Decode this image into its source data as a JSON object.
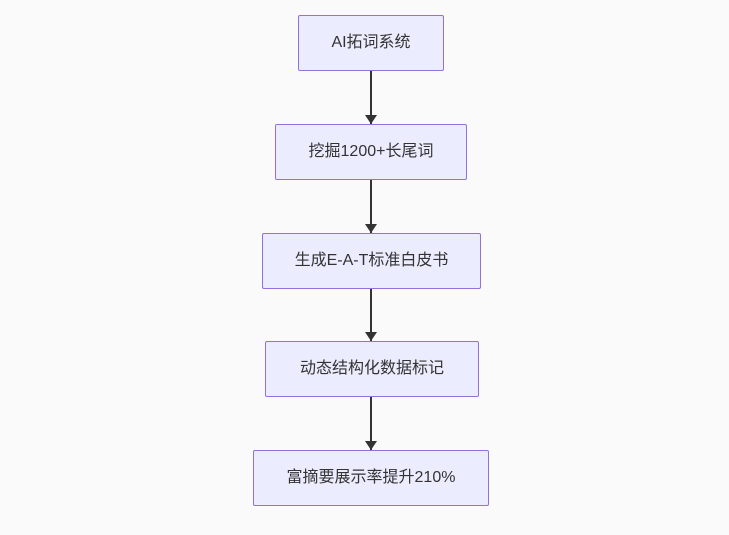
{
  "diagram": {
    "type": "flowchart",
    "direction": "top-down",
    "nodes": [
      {
        "label": "AI拓词系统"
      },
      {
        "label": "挖掘1200+长尾词"
      },
      {
        "label": "生成E-A-T标准白皮书"
      },
      {
        "label": "动态结构化数据标记"
      },
      {
        "label": "富摘要展示率提升210%"
      }
    ],
    "edges": [
      {
        "from": "AI拓词系统",
        "to": "挖掘1200+长尾词"
      },
      {
        "from": "挖掘1200+长尾词",
        "to": "生成E-A-T标准白皮书"
      },
      {
        "from": "生成E-A-T标准白皮书",
        "to": "动态结构化数据标记"
      },
      {
        "from": "动态结构化数据标记",
        "to": "富摘要展示率提升210%"
      }
    ],
    "style": {
      "background": "#fafafa",
      "node_fill": "#ececff",
      "node_border": "#9370db",
      "text_color": "#333333",
      "arrow_color": "#333333"
    }
  }
}
